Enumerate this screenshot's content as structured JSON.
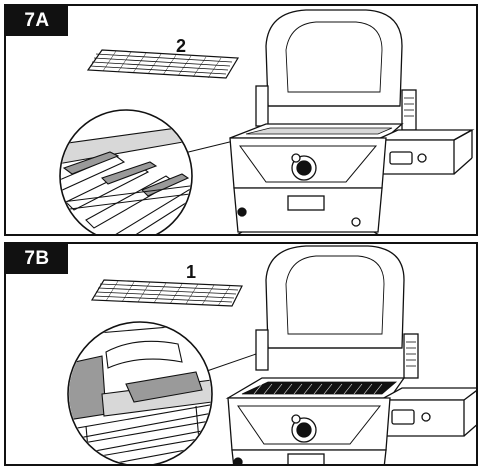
{
  "panels": [
    {
      "step": "7A",
      "grate_number": "2"
    },
    {
      "step": "7B",
      "grate_number": "1"
    }
  ],
  "colors": {
    "ink": "#111111",
    "paper": "#ffffff",
    "shade": "#d8d8d8",
    "mid": "#9a9a9a"
  }
}
